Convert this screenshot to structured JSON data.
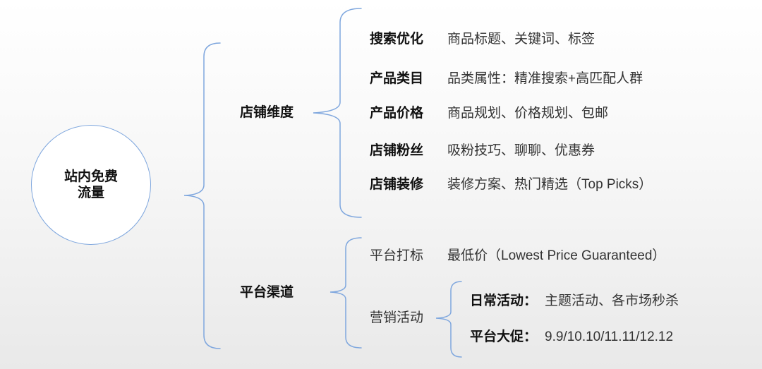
{
  "root": {
    "label": "站内免费流量"
  },
  "store": {
    "label": "店铺维度",
    "items": [
      {
        "label": "搜索优化",
        "desc": "商品标题、关键词、标签"
      },
      {
        "label": "产品类目",
        "desc": "品类属性：精准搜索+高匹配人群"
      },
      {
        "label": "产品价格",
        "desc": "商品规划、价格规划、包邮"
      },
      {
        "label": "店铺粉丝",
        "desc": "吸粉技巧、聊聊、优惠券"
      },
      {
        "label": "店铺装修",
        "desc": "装修方案、热门精选（Top Picks）"
      }
    ]
  },
  "platform": {
    "label": "平台渠道",
    "tagging": {
      "label": "平台打标",
      "desc": "最低价（Lowest Price Guaranteed）"
    },
    "marketing": {
      "label": "营销活动",
      "items": [
        {
          "label": "日常活动：",
          "desc": "主题活动、各市场秒杀"
        },
        {
          "label": "平台大促：",
          "desc": "9.9/10.10/11.11/12.12"
        }
      ]
    }
  },
  "colors": {
    "bracket": "#7fa7de",
    "text": "#222222"
  }
}
